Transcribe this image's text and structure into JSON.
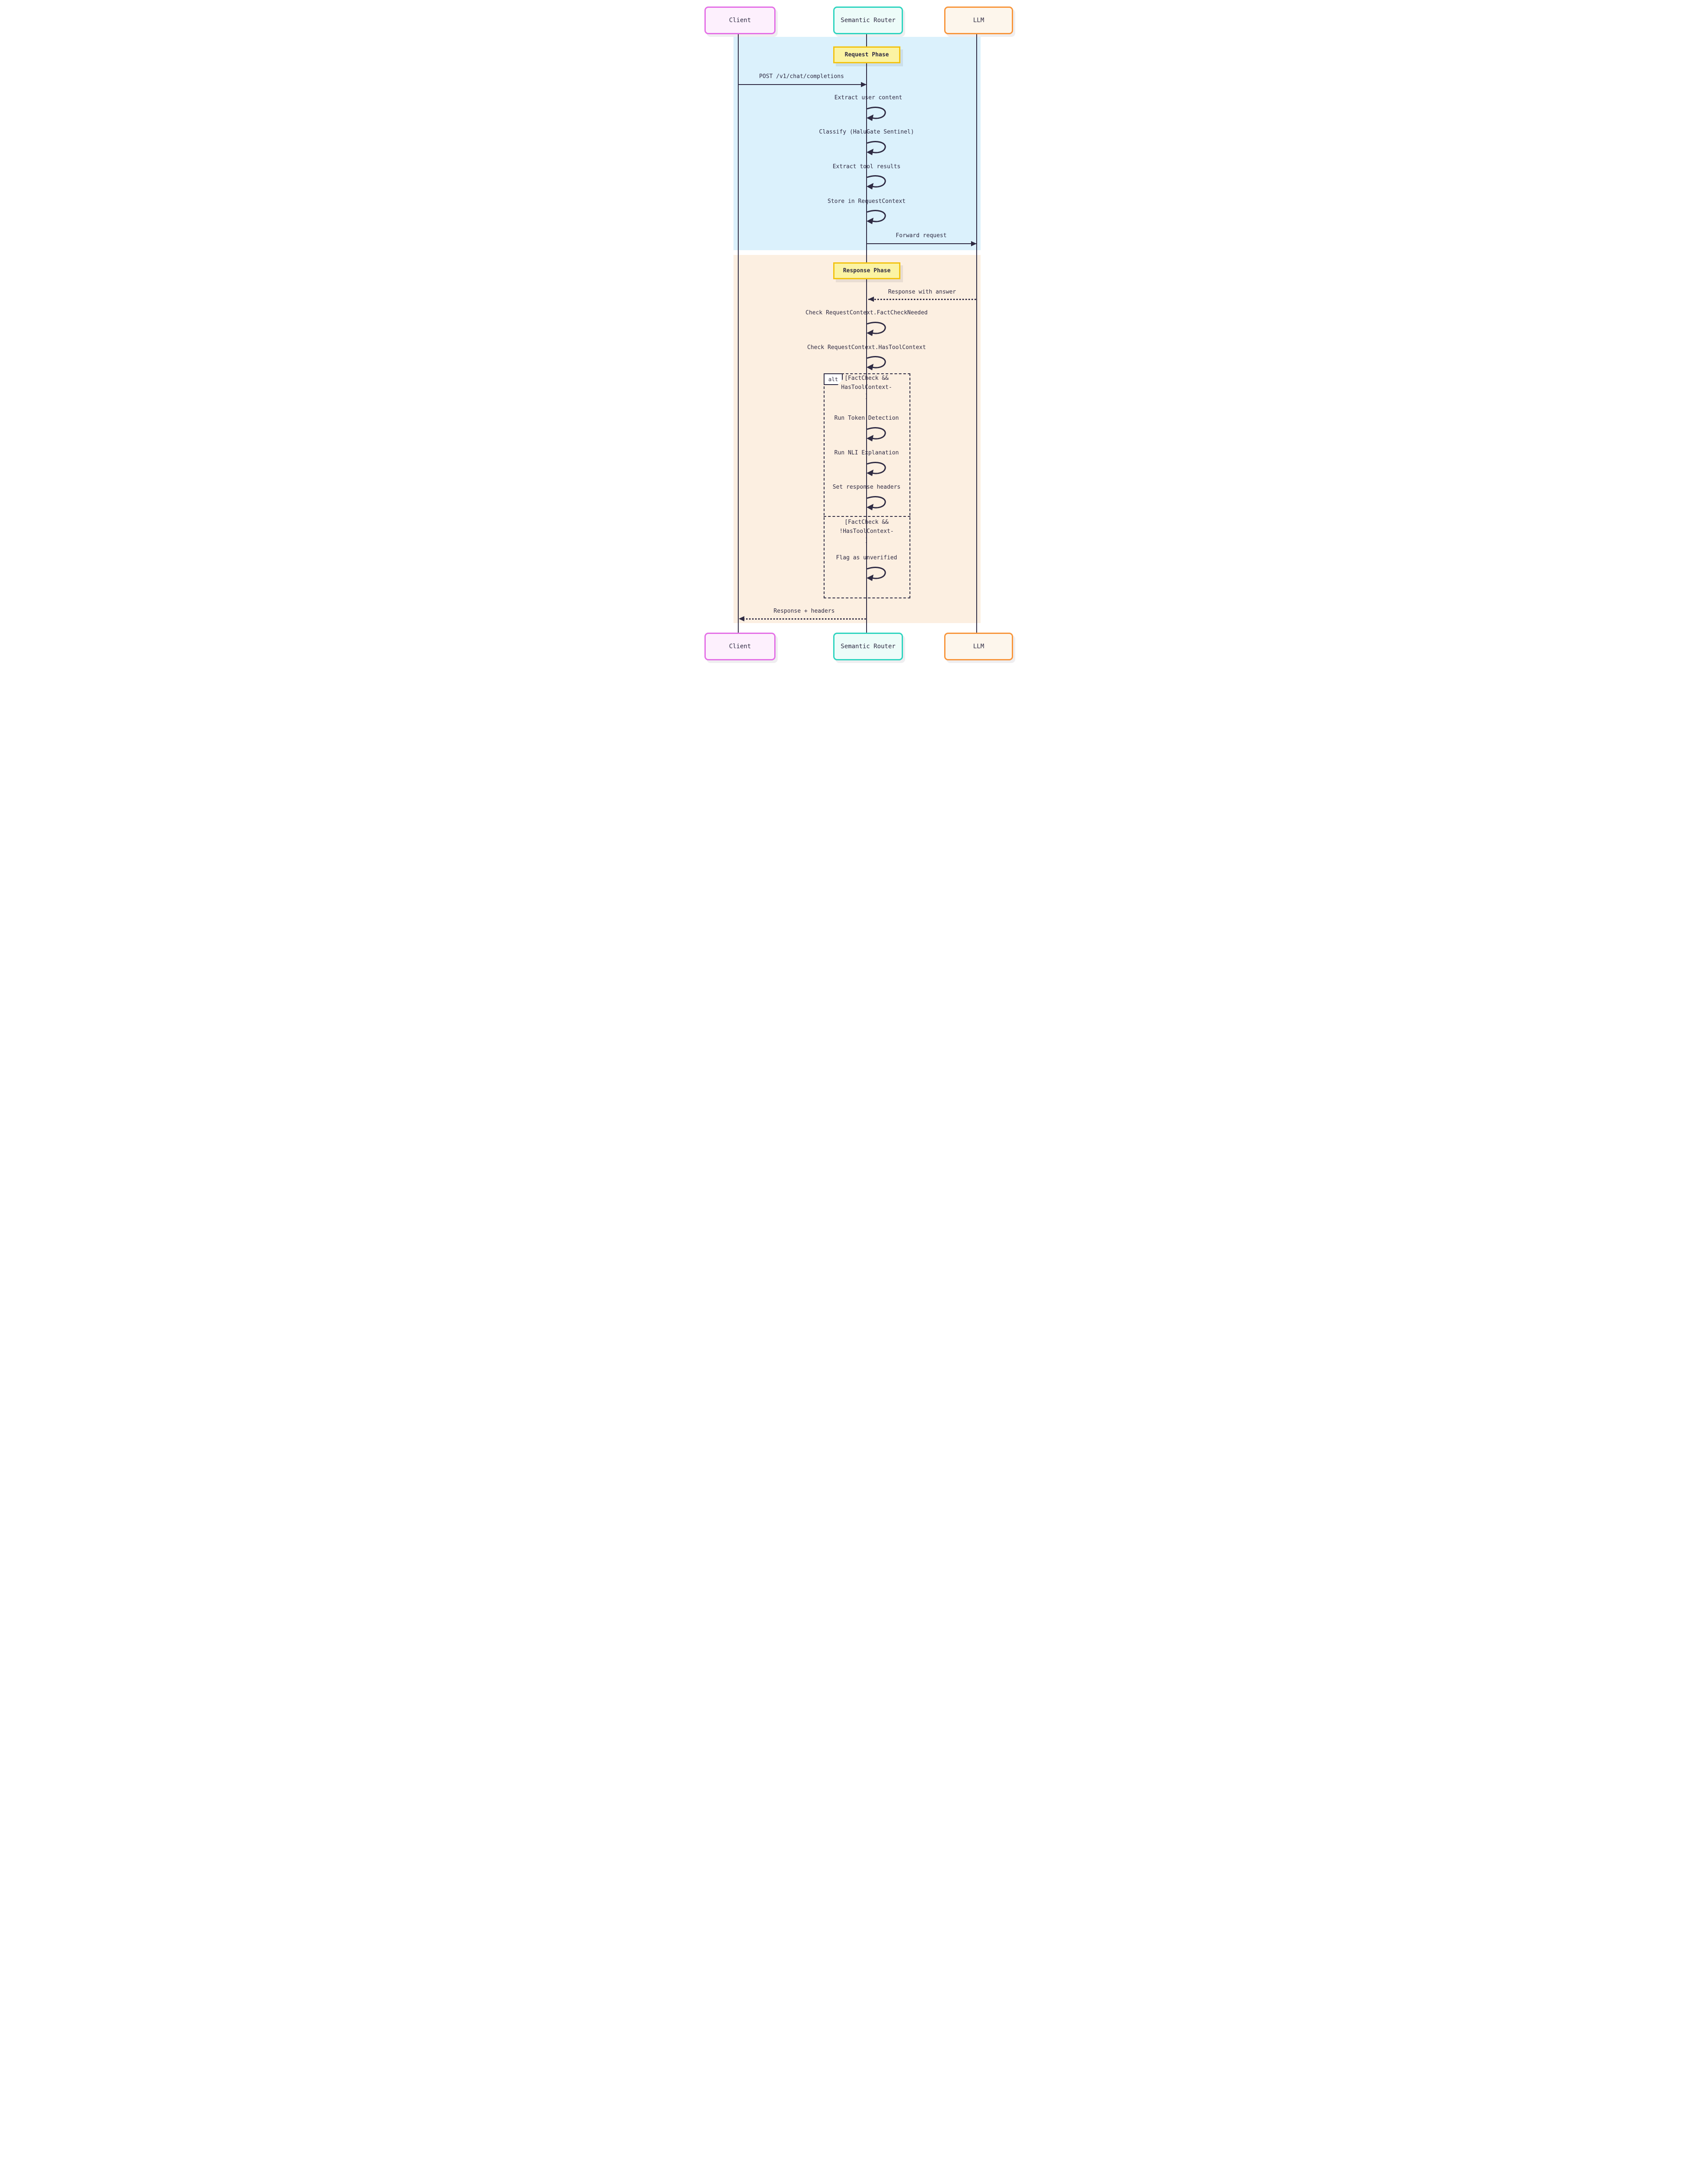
{
  "colors": {
    "dark": "#2f2b43",
    "client-border": "#e46fe6",
    "client-fill": "#fdf0fd",
    "router-border": "#2dd4bf",
    "router-fill": "#edfcf9",
    "llm-border": "#f8953a",
    "llm-fill": "#fdf6ec",
    "phase-border": "#f2c312",
    "phase-fill": "#fbf3a3",
    "band-request": "#dbf1fc",
    "band-response": "#fcefe1"
  },
  "participants": {
    "client": "Client",
    "router": "Semantic Router",
    "llm": "LLM"
  },
  "phases": {
    "request": "Request Phase",
    "response": "Response Phase"
  },
  "messages": {
    "post": "POST /v1/chat/completions",
    "extract_user": "Extract user content",
    "classify": "Classify (HaluGate Sentinel)",
    "extract_tool": "Extract tool results",
    "store_context": "Store in RequestContext",
    "forward": "Forward request",
    "response_answer": "Response with answer",
    "check_factcheck": "Check RequestContext.FactCheckNeeded",
    "check_hastool": "Check RequestContext.HasToolContext",
    "run_token": "Run Token Detection",
    "run_nli": "Run NLI Explanation",
    "set_headers": "Set response headers",
    "flag_unverified": "Flag as unverified",
    "response_headers": "Response + headers"
  },
  "alt": {
    "keyword": "alt",
    "if_condition": "[FactCheck &&\nHasToolContext-\n]",
    "else_condition": "[FactCheck &&\n!HasToolContext-\n]"
  }
}
